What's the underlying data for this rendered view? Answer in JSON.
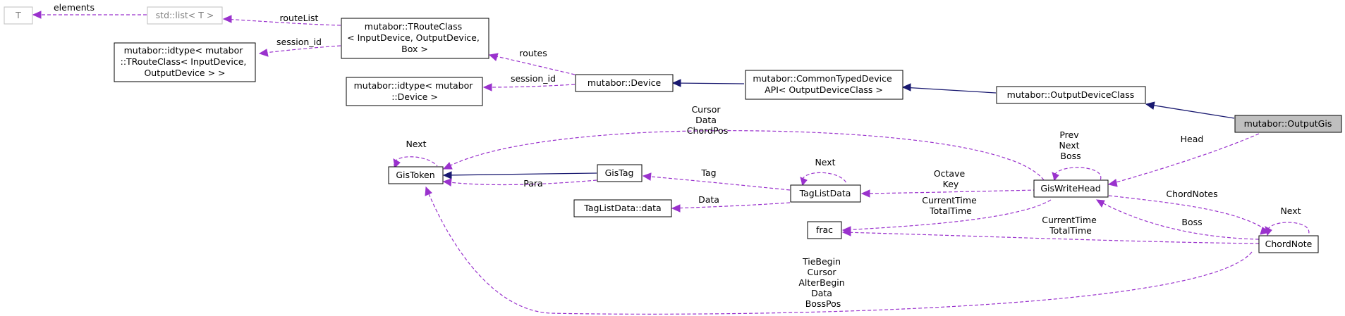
{
  "diagram": {
    "title": "",
    "colors": {
      "inheritance": "#191970",
      "usage": "#9a32cd",
      "highlighted_node_fill": "#bfbfbf",
      "undocumented_node_stroke": "#bfbfbf"
    },
    "nodes": {
      "t": {
        "lines": [
          "T"
        ]
      },
      "std_list": {
        "lines": [
          "std::list< T >"
        ]
      },
      "troute_class": {
        "lines": [
          "mutabor::TRouteClass",
          "< InputDevice, OutputDevice,",
          "Box >"
        ]
      },
      "idtype_troute": {
        "lines": [
          "mutabor::idtype< mutabor",
          "::TRouteClass< InputDevice,",
          "OutputDevice > >"
        ]
      },
      "idtype_device": {
        "lines": [
          "mutabor::idtype< mutabor",
          "::Device >"
        ]
      },
      "device": {
        "lines": [
          "mutabor::Device"
        ]
      },
      "common_typed": {
        "lines": [
          "mutabor::CommonTypedDevice",
          "API< OutputDeviceClass >"
        ]
      },
      "output_dev_class": {
        "lines": [
          "mutabor::OutputDeviceClass"
        ]
      },
      "output_gis": {
        "lines": [
          "mutabor::OutputGis"
        ]
      },
      "gis_token": {
        "lines": [
          "GisToken"
        ]
      },
      "gis_tag": {
        "lines": [
          "GisTag"
        ]
      },
      "tag_list_data": {
        "lines": [
          "TagListData"
        ]
      },
      "tag_list_data_data": {
        "lines": [
          "TagListData::data"
        ]
      },
      "frac": {
        "lines": [
          "frac"
        ]
      },
      "gis_write_head": {
        "lines": [
          "GisWriteHead"
        ]
      },
      "chord_note": {
        "lines": [
          "ChordNote"
        ]
      }
    },
    "edge_labels": {
      "list_to_t": [
        "elements"
      ],
      "troute_to_list": [
        "routeList"
      ],
      "troute_to_idtype": [
        "session_id"
      ],
      "device_to_troute": [
        "routes"
      ],
      "device_to_idtype": [
        "session_id"
      ],
      "token_self": [
        "Next"
      ],
      "tag_to_token": [
        "Para"
      ],
      "tld_to_tag": [
        "Tag"
      ],
      "tld_self": [
        "Next"
      ],
      "tld_to_data": [
        "Data"
      ],
      "head_to_token": [
        "Cursor",
        "Data",
        "ChordPos"
      ],
      "head_self": [
        "Prev",
        "Next",
        "Boss"
      ],
      "head_to_tld": [
        "Octave",
        "Key"
      ],
      "head_to_frac": [
        "CurrentTime",
        "TotalTime"
      ],
      "gis_to_head": [
        "Head"
      ],
      "head_to_chord": [
        "ChordNotes"
      ],
      "chord_to_head": [
        "Boss"
      ],
      "chord_to_frac": [
        "CurrentTime",
        "TotalTime"
      ],
      "chord_self": [
        "Next"
      ],
      "chord_to_token": [
        "TieBegin",
        "Cursor",
        "AlterBegin",
        "Data",
        "BossPos"
      ]
    }
  }
}
